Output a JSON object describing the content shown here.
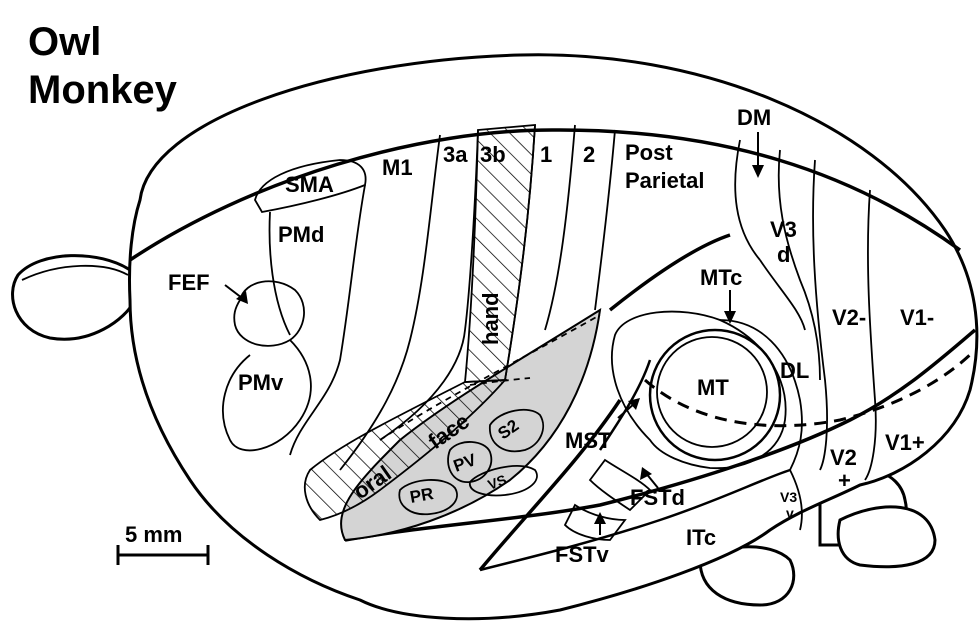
{
  "figure": {
    "title_line1": "Owl",
    "title_line2": "Monkey",
    "scale_bar_label": "5 mm"
  },
  "areas": {
    "sma": "SMA",
    "pmd": "PMd",
    "pmv": "PMv",
    "fef": "FEF",
    "m1": "M1",
    "a3a": "3a",
    "a3b": "3b",
    "a1": "1",
    "a2": "2",
    "post1": "Post",
    "post2": "Parietal",
    "dm": "DM",
    "v3d1": "V3",
    "v3d2": "d",
    "v2minus": "V2-",
    "v1minus": "V1-",
    "dl": "DL",
    "mt": "MT",
    "mtc": "MTc",
    "mst": "MST",
    "fstd": "FSTd",
    "fstv": "FSTv",
    "itc": "ITc",
    "v2plus1": "V2",
    "v2plus2": "+",
    "v1plus": "V1+",
    "v3v1": "V3",
    "v3v2": "v",
    "hand": "hand",
    "face": "face",
    "oral": "oral",
    "s2": "S2",
    "pv": "PV",
    "vs": "VS",
    "pr": "PR"
  },
  "colors": {
    "shaded_region": "#d4d4d4",
    "ink": "#000000"
  }
}
